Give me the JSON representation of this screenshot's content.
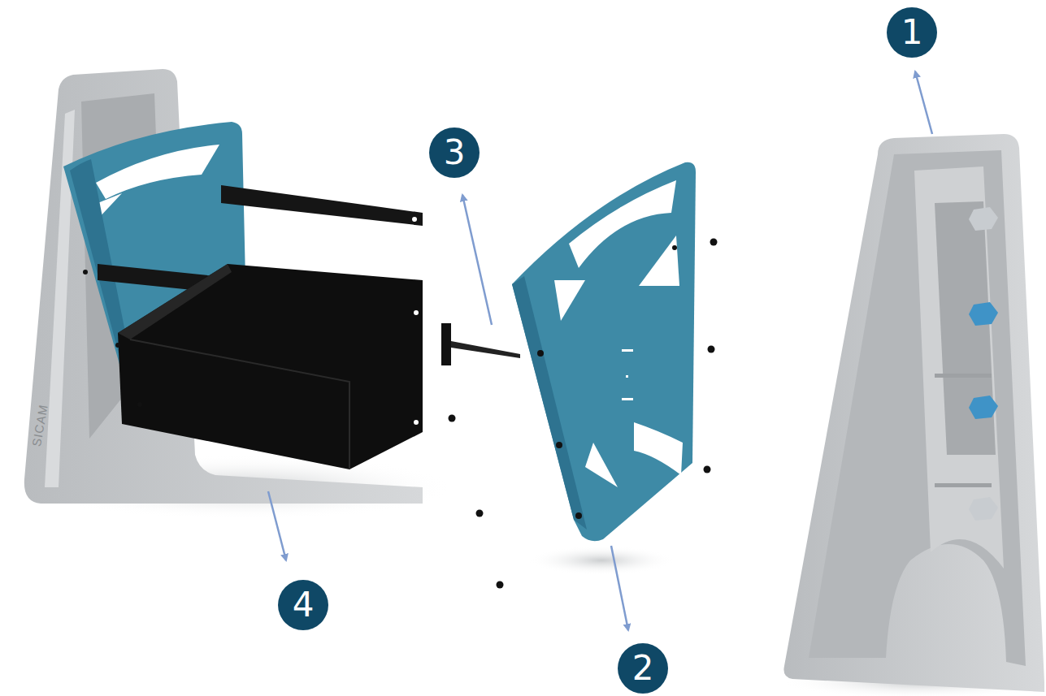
{
  "diagram": {
    "nodes": [
      {
        "text": [
          "1"
        ]
      },
      {
        "text": [
          "3"
        ]
      },
      {
        "text": [
          "4"
        ]
      },
      {
        "text": [
          "2"
        ]
      }
    ],
    "labels": [
      "SICAM"
    ]
  }
}
